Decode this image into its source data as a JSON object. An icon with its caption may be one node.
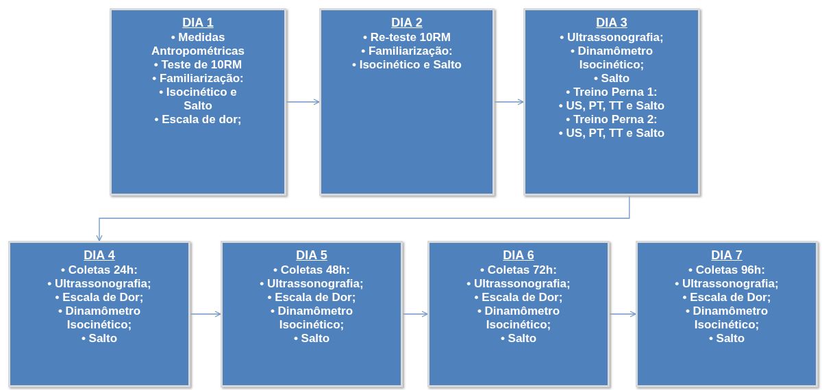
{
  "diagram": {
    "nodes": [
      {
        "text": [
          "DIA 1",
          "• Medidas Antropométricas",
          "• Teste de 10RM",
          "• Familiarização:",
          "• Isocinético e Salto",
          "• Escala de dor;"
        ]
      },
      {
        "text": [
          "DIA 2",
          "• Re-teste 10RM",
          "• Familiarização:",
          "• Isocinético e Salto"
        ]
      },
      {
        "text": [
          "DIA 3",
          "• Ultrassonografia;",
          "• Dinamômetro Isocinético;",
          "• Salto",
          "• Treino Perna 1:",
          "• US, PT, TT e Salto",
          "• Treino Perna 2:",
          "• US, PT, TT e Salto"
        ]
      },
      {
        "text": [
          "DIA 4",
          "• Coletas 24h:",
          "• Ultrassonografia;",
          "• Escala de Dor;",
          "• Dinamômetro Isocinético;",
          "• Salto"
        ]
      },
      {
        "text": [
          "DIA 5",
          "• Coletas 48h:",
          "• Ultrassonografia;",
          "• Escala de Dor;",
          "• Dinamômetro Isocinético;",
          "• Salto"
        ]
      },
      {
        "text": [
          "DIA 6",
          "• Coletas 72h:",
          "• Ultrassonografia;",
          "• Escala de Dor;",
          "• Dinamômetro Isocinético;",
          "• Salto"
        ]
      },
      {
        "text": [
          "DIA 7",
          "• Coletas 96h:",
          "• Ultrassonografia;",
          "• Escala de Dor;",
          "• Dinamômetro Isocinético;",
          "• Salto"
        ]
      }
    ],
    "edges": [
      {
        "from": 0,
        "to": 1,
        "arrow": "to"
      },
      {
        "from": 1,
        "to": 2,
        "arrow": "to"
      },
      {
        "from": 2,
        "to": 3,
        "arrow": "to"
      },
      {
        "from": 3,
        "to": 4,
        "arrow": "to"
      },
      {
        "from": 4,
        "to": 5,
        "arrow": "to"
      },
      {
        "from": 5,
        "to": 6,
        "arrow": "to"
      }
    ]
  }
}
